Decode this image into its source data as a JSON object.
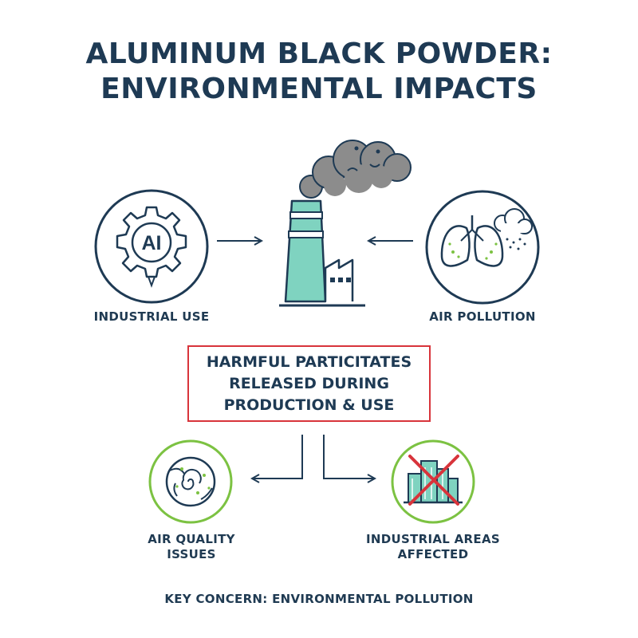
{
  "title": {
    "line1": "ALUMINUM BLACK POWDER:",
    "line2": "ENVIRONMENTAL IMPACTS"
  },
  "nodes": {
    "industrial_use": {
      "label": "INDUSTRIAL USE",
      "icon": "ai-gear-icon",
      "badge": "AI"
    },
    "air_pollution": {
      "label": "AIR POLLUTION",
      "icon": "lungs-smog-icon"
    },
    "factory": {
      "icon": "factory-smokestack-icon"
    },
    "air_quality": {
      "label_line1": "AIR QUALITY",
      "label_line2": "ISSUES",
      "icon": "swirling-air-icon"
    },
    "industrial_areas": {
      "label_line1": "INDUSTRIAL AREAS",
      "label_line2": "AFFECTED",
      "icon": "crossed-buildings-icon"
    }
  },
  "callout": {
    "line1": "HARMFUL PARTICITATES",
    "line2": "RELEASED DURING",
    "line3": "PRODUCTION & USE"
  },
  "footer": "KEY CONCERN: ENVIRONMENTAL POLLUTION",
  "colors": {
    "navy": "#1e3a54",
    "teal": "#7fd3c0",
    "green_ring": "#7cc242",
    "red": "#d8343b",
    "smoke": "#8c8c8c"
  }
}
